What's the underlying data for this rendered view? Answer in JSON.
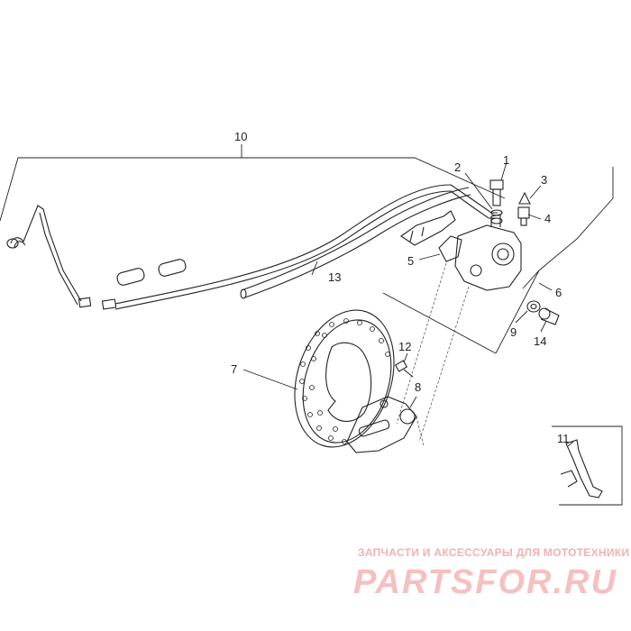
{
  "callouts": {
    "c1": "1",
    "c2": "2",
    "c3": "3",
    "c4": "4",
    "c5": "5",
    "c6": "6",
    "c7": "7",
    "c8": "8",
    "c9": "9",
    "c10": "10",
    "c11": "11",
    "c12": "12",
    "c13": "13",
    "c14": "14"
  },
  "watermark": {
    "tagline": "ЗАПЧАСТИ И АКСЕССУАРЫ ДЛЯ МОТОТЕХНИКИ",
    "logo": "PARTSFOR.RU"
  },
  "colors": {
    "line": "#222222",
    "watermark": "#f3b1b1"
  }
}
